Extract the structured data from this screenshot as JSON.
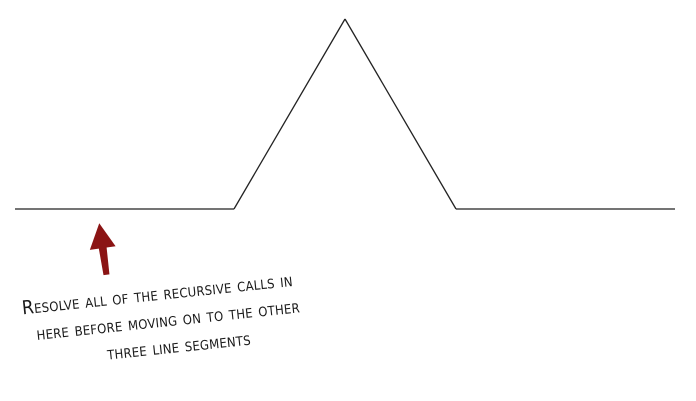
{
  "diagram": {
    "colors": {
      "background": "#ffffff",
      "line": "#222222",
      "arrow": "#8b1414",
      "text": "#1a1a1a"
    },
    "annotation": {
      "lines": [
        "Resolve all of the recursive calls in",
        "here before moving on to the other",
        "three line segments"
      ]
    }
  }
}
